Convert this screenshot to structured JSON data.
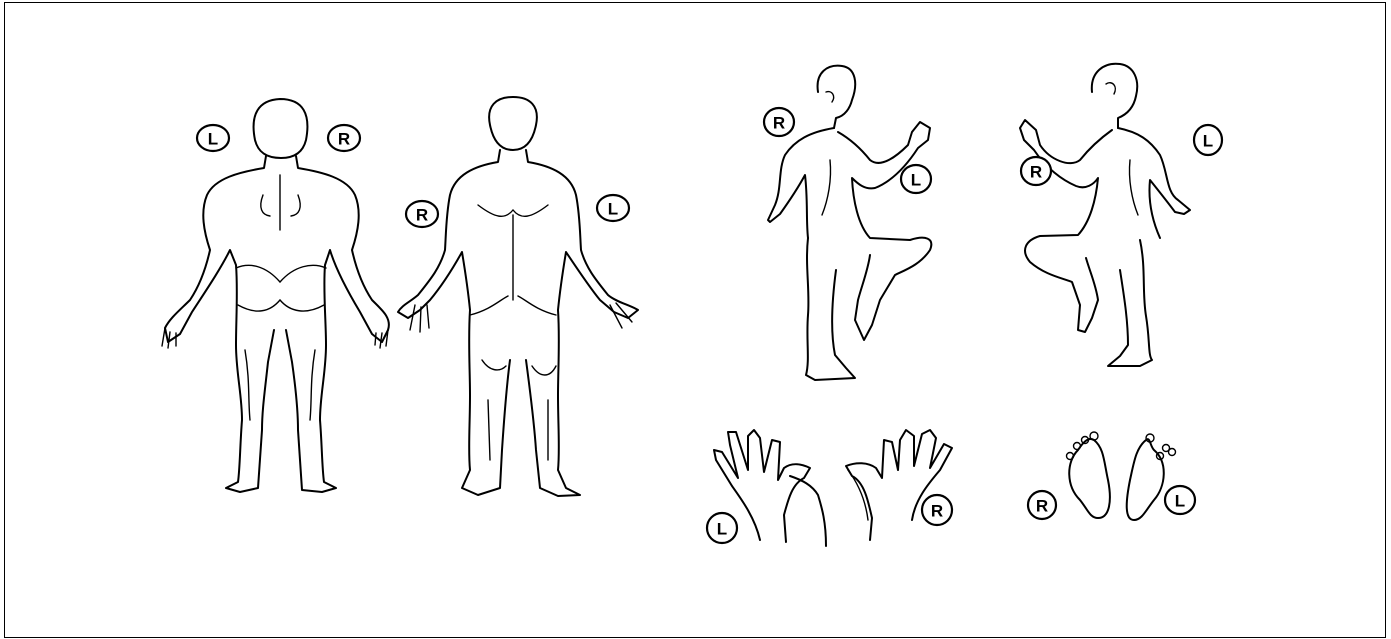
{
  "figures": [
    {
      "view": "back",
      "labels": {
        "left": "L",
        "right": "R"
      }
    },
    {
      "view": "front",
      "labels": {
        "left": "R",
        "right": "L"
      }
    },
    {
      "view": "side-facing-right",
      "labels": {
        "upper": "R",
        "lower": "L"
      }
    },
    {
      "view": "side-facing-left",
      "labels": {
        "upper": "L",
        "lower": "R"
      }
    },
    {
      "view": "hands",
      "labels": {
        "left": "L",
        "right": "R"
      }
    },
    {
      "view": "feet",
      "labels": {
        "left": "R",
        "right": "L"
      }
    }
  ]
}
